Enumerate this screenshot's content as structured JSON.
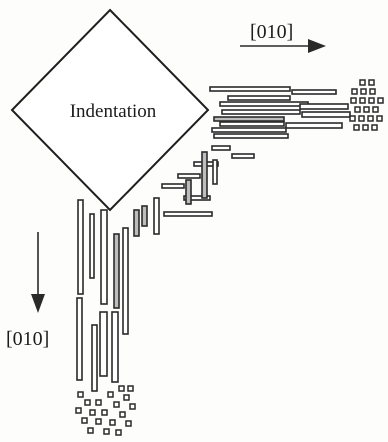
{
  "indenter": {
    "label": "Indentation"
  },
  "arrows": {
    "horizontal_label": "[010]",
    "vertical_label": "[010]"
  },
  "colors": {
    "ink": "#2a2a2a",
    "background": "#fdfdfb"
  }
}
